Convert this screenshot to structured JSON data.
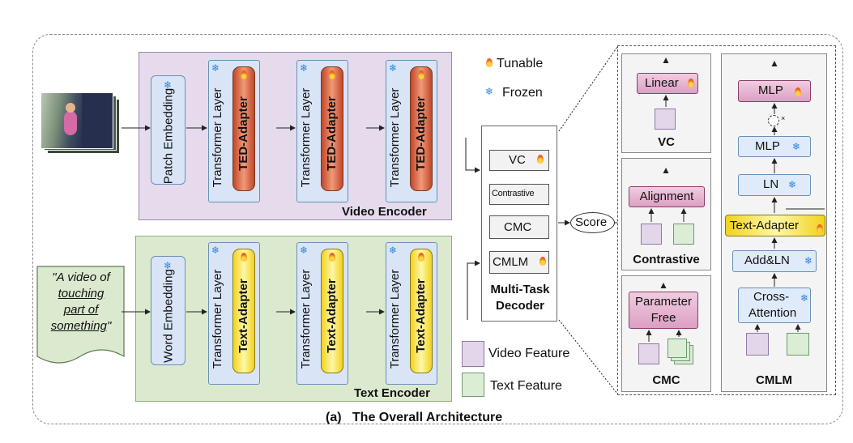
{
  "video_encoder": {
    "title": "Video Encoder",
    "embedding": "Patch Embedding",
    "layer": "Transformer Layer",
    "adapter": "TED-Adapter"
  },
  "text_encoder": {
    "title": "Text Encoder",
    "embedding": "Word Embedding",
    "layer": "Transformer Layer",
    "adapter": "Text-Adapter",
    "caption_prefix": "\"A video of",
    "caption_u1": "touching",
    "caption_u2": "part of",
    "caption_u3": "something",
    "caption_suffix": "\""
  },
  "legend": {
    "tunable": "Tunable",
    "frozen": "Frozen",
    "video_feature": "Video Feature",
    "text_feature": "Text Feature"
  },
  "decoder": {
    "title_line1": "Multi-Task",
    "title_line2": "Decoder",
    "tasks": [
      "VC",
      "Contrastive",
      "CMC",
      "CMLM"
    ],
    "score": "Score"
  },
  "vc_panel": {
    "title": "VC",
    "linear": "Linear"
  },
  "contrastive_panel": {
    "title": "Contrastive",
    "alignment": "Alignment"
  },
  "cmc_panel": {
    "title": "CMC",
    "param_free_line1": "Parameter",
    "param_free_line2": "Free"
  },
  "cmlm_panel": {
    "title": "CMLM",
    "mlp_top": "MLP",
    "multiply": "×",
    "mlp": "MLP",
    "ln": "LN",
    "text_adapter": "Text-Adapter",
    "add_ln": "Add&LN",
    "cross_attention_line1": "Cross-",
    "cross_attention_line2": "Attention"
  },
  "caption": {
    "label": "(a)",
    "title": "The Overall Architecture"
  },
  "colors": {
    "video_panel": "#e6dbec",
    "text_panel": "#dbeacf",
    "ted_adapter": "#d9583a",
    "text_adapter": "#f6e04a",
    "frozen_icon": "#2e86de",
    "tunable_icon": "#f0741e"
  },
  "icons": [
    "flame-icon",
    "snowflake-icon",
    "video-frames-image"
  ]
}
